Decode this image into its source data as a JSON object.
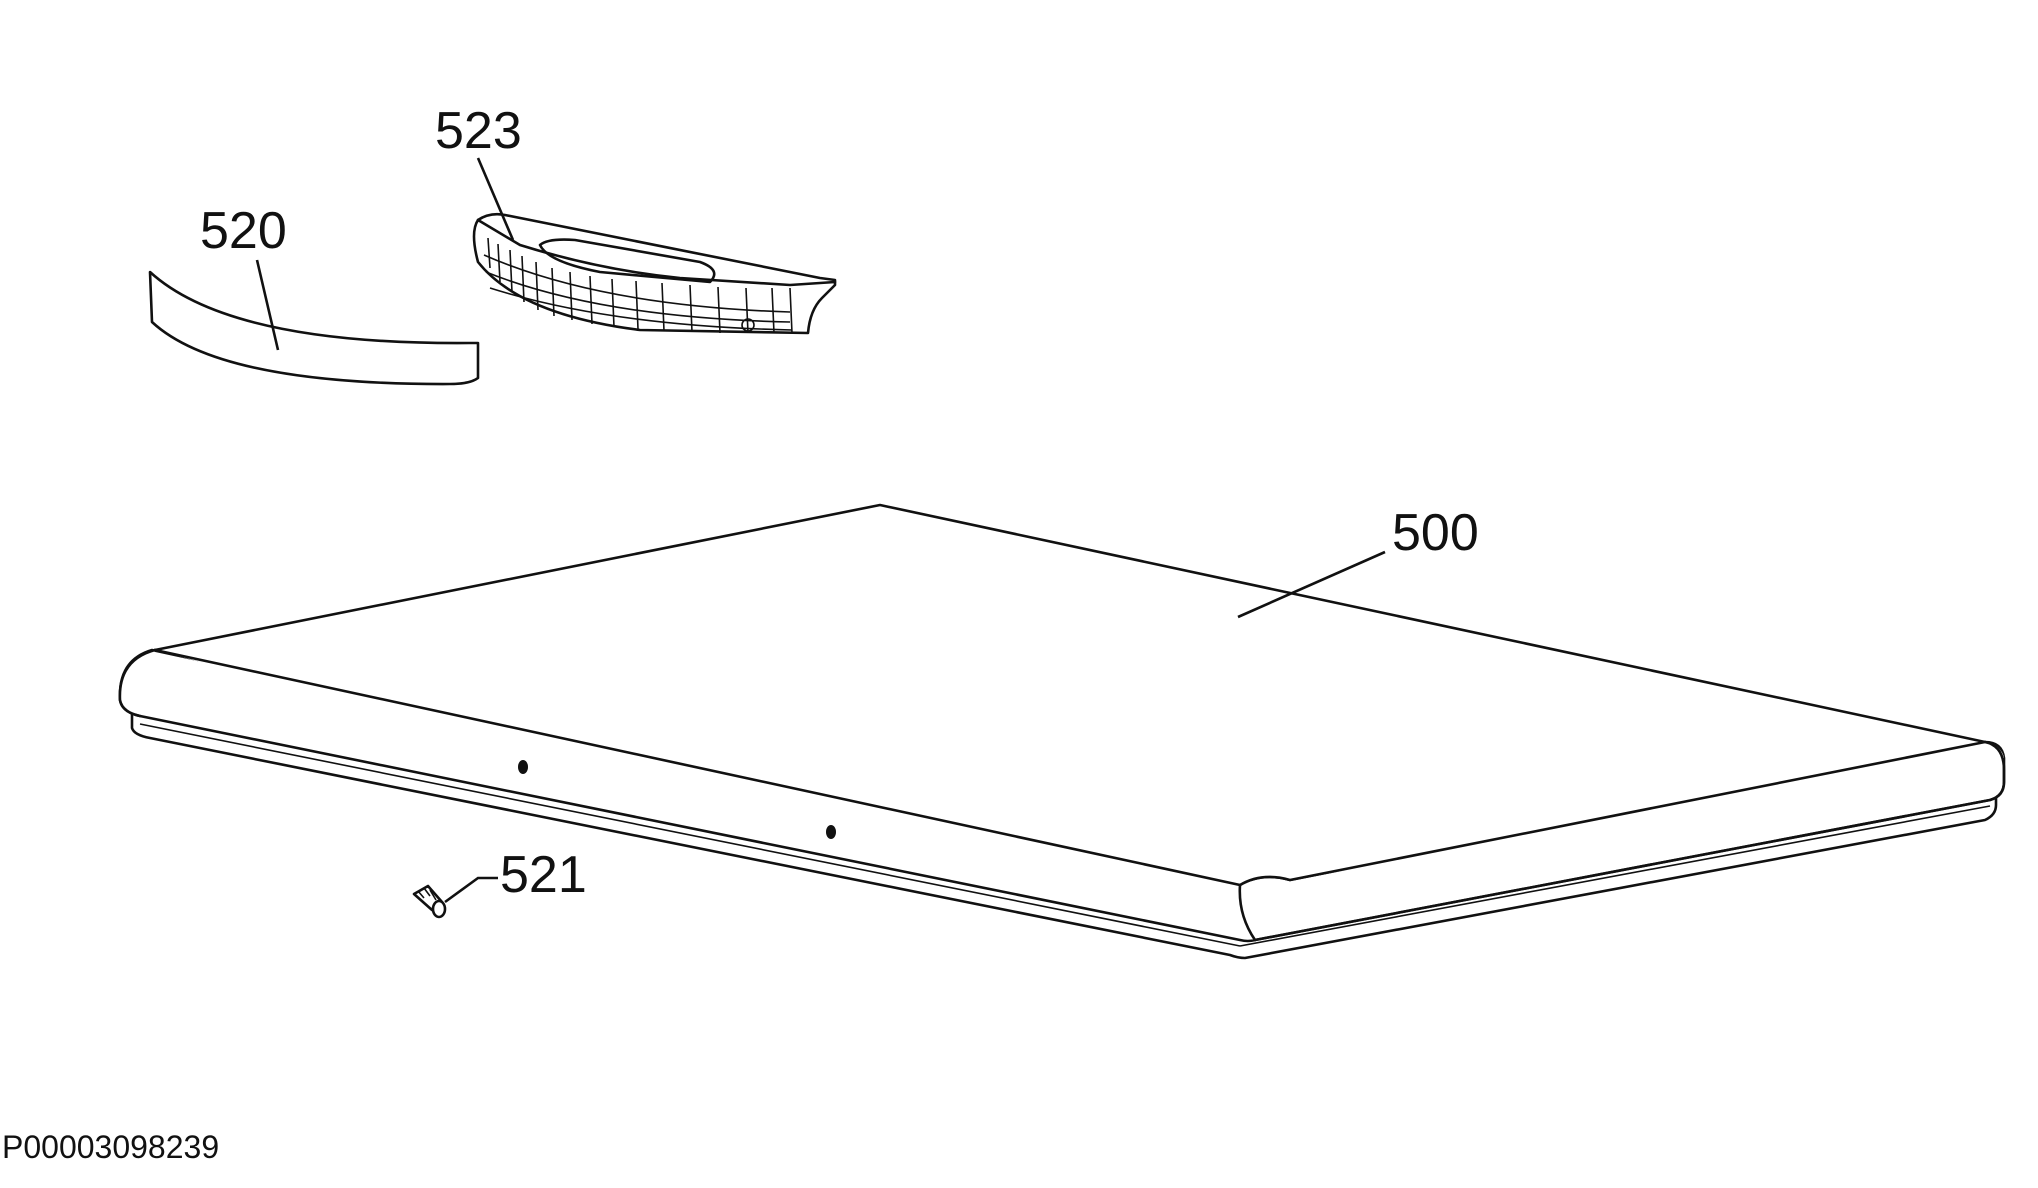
{
  "diagram": {
    "type": "exploded parts diagram",
    "parts": [
      {
        "id": "lid-panel",
        "label": "500"
      },
      {
        "id": "trim-strip",
        "label": "520"
      },
      {
        "id": "screw",
        "label": "521"
      },
      {
        "id": "handle",
        "label": "523"
      }
    ],
    "document_id": "P00003098239",
    "colors": {
      "ink": "#111111",
      "background": "#ffffff"
    }
  }
}
